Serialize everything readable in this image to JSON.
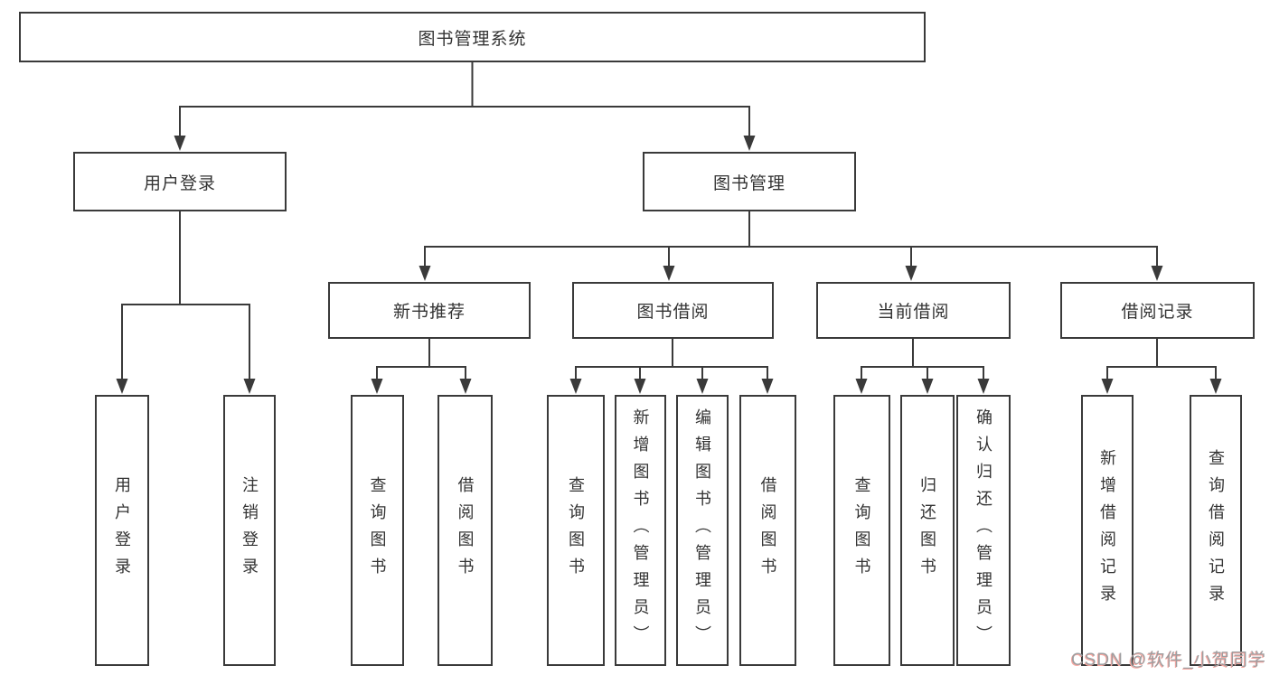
{
  "title": "图书管理系统",
  "colors": {
    "bg": "#ffffff",
    "box_bg": "#ffffff",
    "line": "#3a3a3a",
    "text": "#333333",
    "watermark": "#9e9ea0",
    "watermark_shadow": "#f9a7a0"
  },
  "level2": [
    {
      "id": "user-login",
      "label": "用户登录"
    },
    {
      "id": "book-management",
      "label": "图书管理"
    }
  ],
  "level3": [
    {
      "id": "new-book-recommend",
      "label": "新书推荐"
    },
    {
      "id": "book-borrowing",
      "label": "图书借阅"
    },
    {
      "id": "current-borrowing",
      "label": "当前借阅"
    },
    {
      "id": "borrowing-records",
      "label": "借阅记录"
    }
  ],
  "leaves": [
    {
      "id": "user-login-leaf",
      "label": "用户登录"
    },
    {
      "id": "logout",
      "label": "注销登录"
    },
    {
      "id": "query-books-recommend",
      "label": "查询图书"
    },
    {
      "id": "borrow-books-recommend",
      "label": "借阅图书"
    },
    {
      "id": "query-books-borrowing",
      "label": "查询图书"
    },
    {
      "id": "add-books-admin",
      "label": "新增图书（管理员）"
    },
    {
      "id": "edit-books-admin",
      "label": "编辑图书（管理员）"
    },
    {
      "id": "borrow-books-borrowing",
      "label": "借阅图书"
    },
    {
      "id": "query-books-current",
      "label": "查询图书"
    },
    {
      "id": "return-books",
      "label": "归还图书"
    },
    {
      "id": "confirm-return-admin",
      "label": "确认归还（管理员）"
    },
    {
      "id": "add-borrow-record",
      "label": "新增借阅记录"
    },
    {
      "id": "query-borrow-record",
      "label": "查询借阅记录"
    }
  ],
  "watermark": "CSDN @软件_小贺同学"
}
